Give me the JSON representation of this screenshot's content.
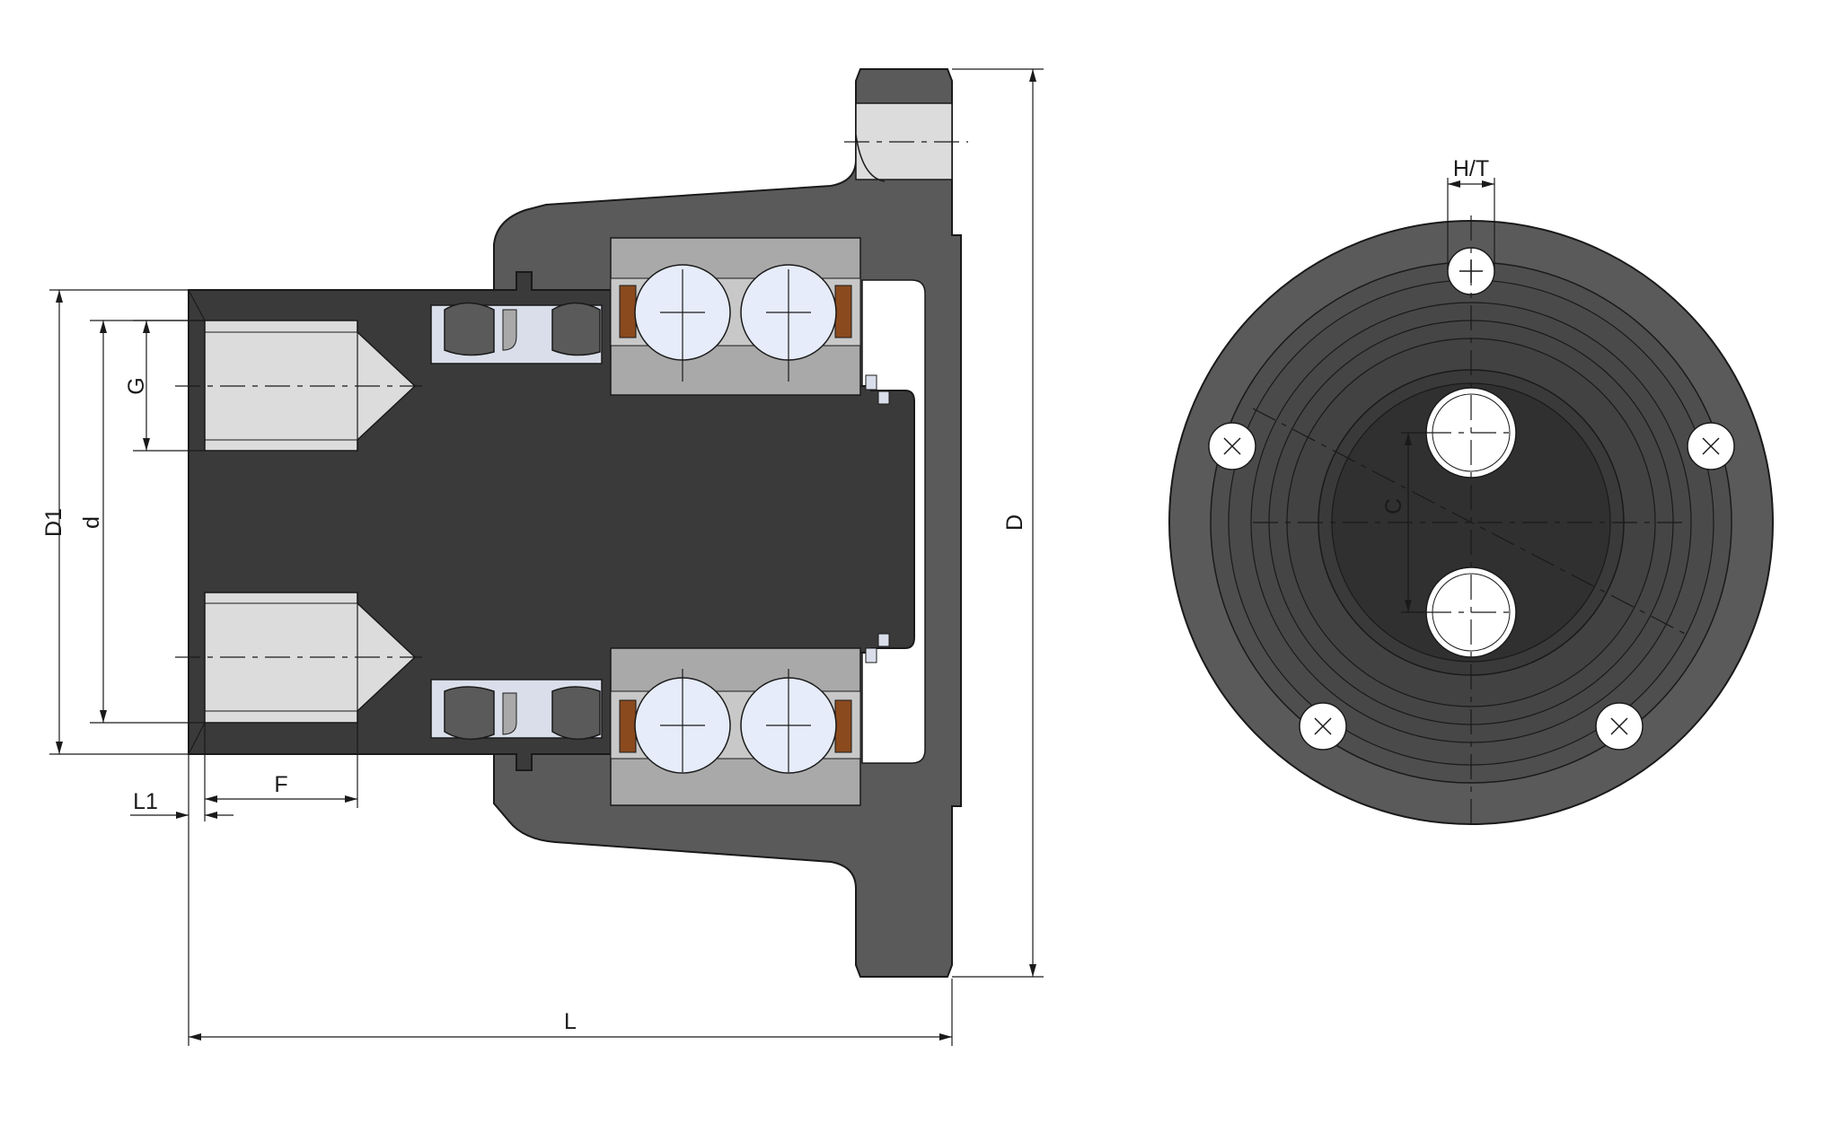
{
  "drawing": {
    "labels": {
      "D1": "D1",
      "d": "d",
      "G": "G",
      "L1": "L1",
      "F": "F",
      "L": "L",
      "D": "D",
      "HT": "H/T",
      "C": "C"
    },
    "colors": {
      "body": "#5a5a5a",
      "shaft": "#3a3a3a",
      "shaft_dark": "#2e2e2e",
      "race": "#a9a9a9",
      "ball": "#e6ecfa",
      "cage": "#8a4a1e",
      "seal": "#d9deea",
      "bore": "#dcdcdc",
      "line": "#1a1a1a"
    }
  }
}
